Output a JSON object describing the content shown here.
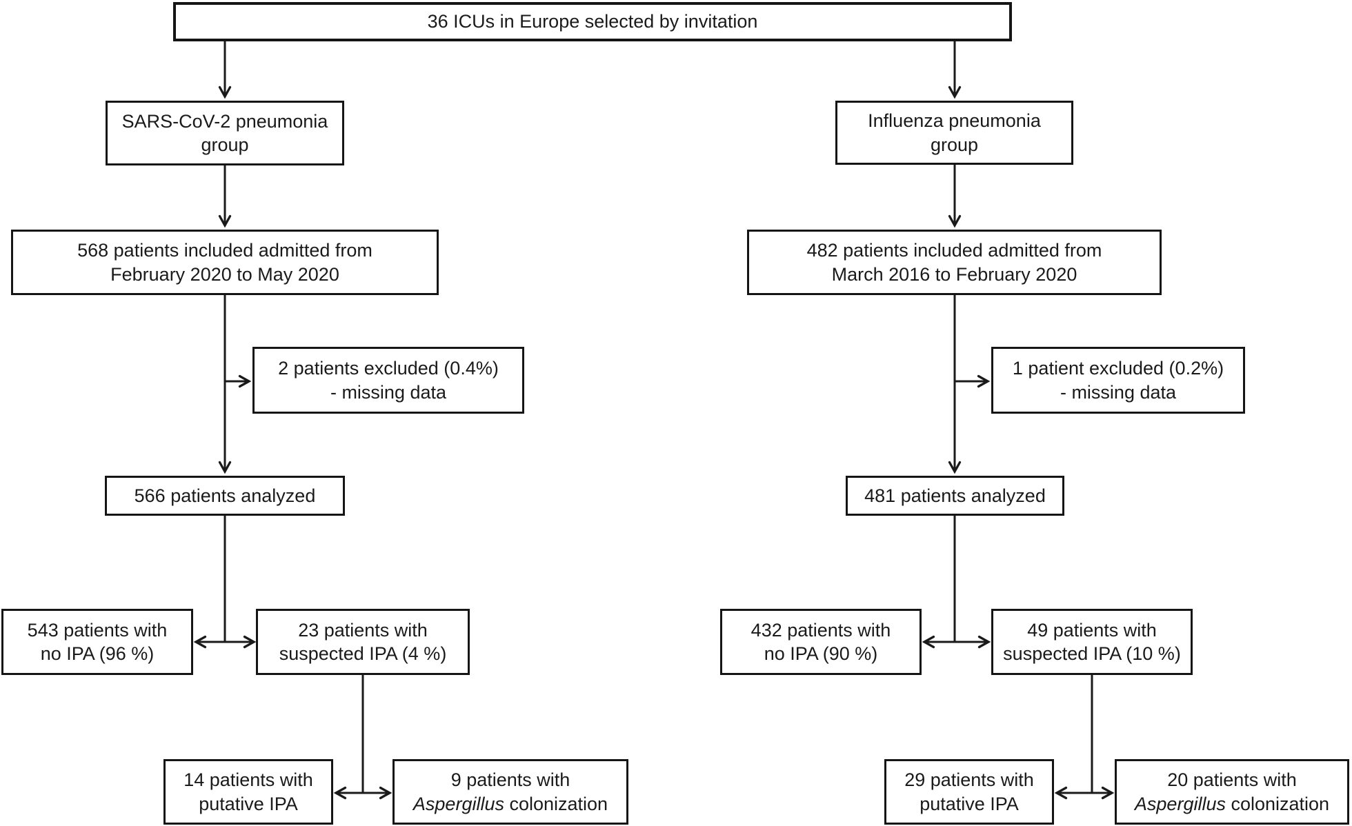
{
  "diagram": {
    "title": "36 ICUs in Europe selected by invitation",
    "colors": {
      "line": "#1a1a1a",
      "box_border": "#151515",
      "box_background": "#ffffff",
      "page_background": "#ffffff",
      "text": "#1a1a1a"
    },
    "left": {
      "group_line1": "SARS-CoV-2 pneumonia",
      "group_line2": "group",
      "included_line1": "568 patients included admitted from",
      "included_line2": "February 2020 to May 2020",
      "excluded_line1": "2 patients excluded (0.4%)",
      "excluded_line2": "- missing data",
      "analyzed": "566 patients analyzed",
      "no_ipa_line1": "543 patients with",
      "no_ipa_line2": "no IPA (96 %)",
      "suspected_line1": "23 patients with",
      "suspected_line2": "suspected IPA (4 %)",
      "putative_line1": "14 patients with",
      "putative_line2": "putative IPA",
      "colonization_line1": "9 patients with",
      "colonization_species": "Aspergillus",
      "colonization_line2_rest": " colonization"
    },
    "right": {
      "group_line1": "Influenza pneumonia",
      "group_line2": "group",
      "included_line1": "482 patients included admitted from",
      "included_line2": "March 2016 to February 2020",
      "excluded_line1": "1 patient excluded (0.2%)",
      "excluded_line2": "- missing data",
      "analyzed": "481 patients analyzed",
      "no_ipa_line1": "432 patients with",
      "no_ipa_line2": "no IPA (90 %)",
      "suspected_line1": "49 patients with",
      "suspected_line2": "suspected IPA (10 %)",
      "putative_line1": "29 patients with",
      "putative_line2": "putative IPA",
      "colonization_line1": "20 patients with",
      "colonization_species": "Aspergillus",
      "colonization_line2_rest": " colonization"
    }
  }
}
